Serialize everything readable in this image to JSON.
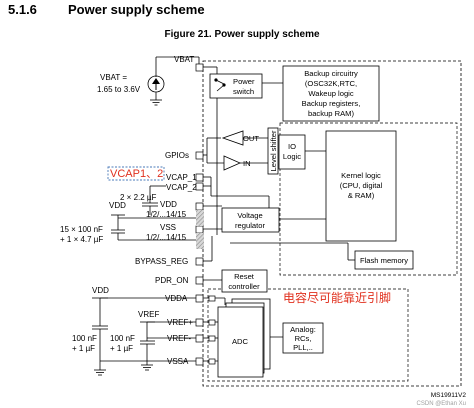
{
  "section": {
    "number": "5.1.6",
    "title": "Power supply scheme"
  },
  "figure_title": "Figure 21. Power supply scheme",
  "pins": {
    "vbat": "VBAT",
    "gpios": "GPIOs",
    "vcap1": "VCAP_1",
    "vcap2": "VCAP_2",
    "vdd": "VDD",
    "vdd_range": "1/2/...14/15",
    "vss": "VSS",
    "vss_range": "1/2/...14/15",
    "bypass_reg": "BYPASS_REG",
    "pdr_on": "PDR_ON",
    "vdda": "VDDA",
    "vref_plus": "VREF+",
    "vref_minus": "VREF-",
    "vssa": "VSSA"
  },
  "external": {
    "vbat_range_line1": "VBAT =",
    "vbat_range_line2": "1.65 to 3.6V",
    "vdd_cap_label": "VDD",
    "vcap_cap_value": "2 × 2.2 µF",
    "decoupling_line1": "15 × 100 nF",
    "decoupling_line2": "+ 1 × 4.7 µF",
    "vdd_analog": "VDD",
    "vref_ext": "VREF",
    "adc_cap_left_line1": "100 nF",
    "adc_cap_left_line2": "+ 1 µF",
    "adc_cap_right_line1": "100 nF",
    "adc_cap_right_line2": "+ 1 µF"
  },
  "blocks": {
    "power_switch_line1": "Power",
    "power_switch_line2": "switch",
    "backup_line1": "Backup circuitry",
    "backup_line2": "(OSC32K,RTC,",
    "backup_line3": "Wakeup logic",
    "backup_line4": "Backup registers,",
    "backup_line5": "backup RAM)",
    "out_label": "OUT",
    "in_label": "IN",
    "level_shifter": "Level shifter",
    "io_logic_line1": "IO",
    "io_logic_line2": "Logic",
    "kernel_line1": "Kernel logic",
    "kernel_line2": "(CPU, digital",
    "kernel_line3": "& RAM)",
    "voltage_reg_line1": "Voltage",
    "voltage_reg_line2": "regulator",
    "flash": "Flash memory",
    "reset_line1": "Reset",
    "reset_line2": "controller",
    "adc": "ADC",
    "analog_line1": "Analog:",
    "analog_line2": "RCs,",
    "analog_line3": "PLL,.."
  },
  "annotations": {
    "vcap_note": "VCAP1、2",
    "chinese_note": "电容尽可能靠近引脚"
  },
  "watermark": {
    "id": "MS19911V2",
    "credit": "CSDN @Ethan Xu"
  },
  "colors": {
    "annotation_red": "#e0301e",
    "annotation_blue": "#4a7ab8",
    "pin_hatch": "#b0b0b0",
    "line": "#000000"
  }
}
